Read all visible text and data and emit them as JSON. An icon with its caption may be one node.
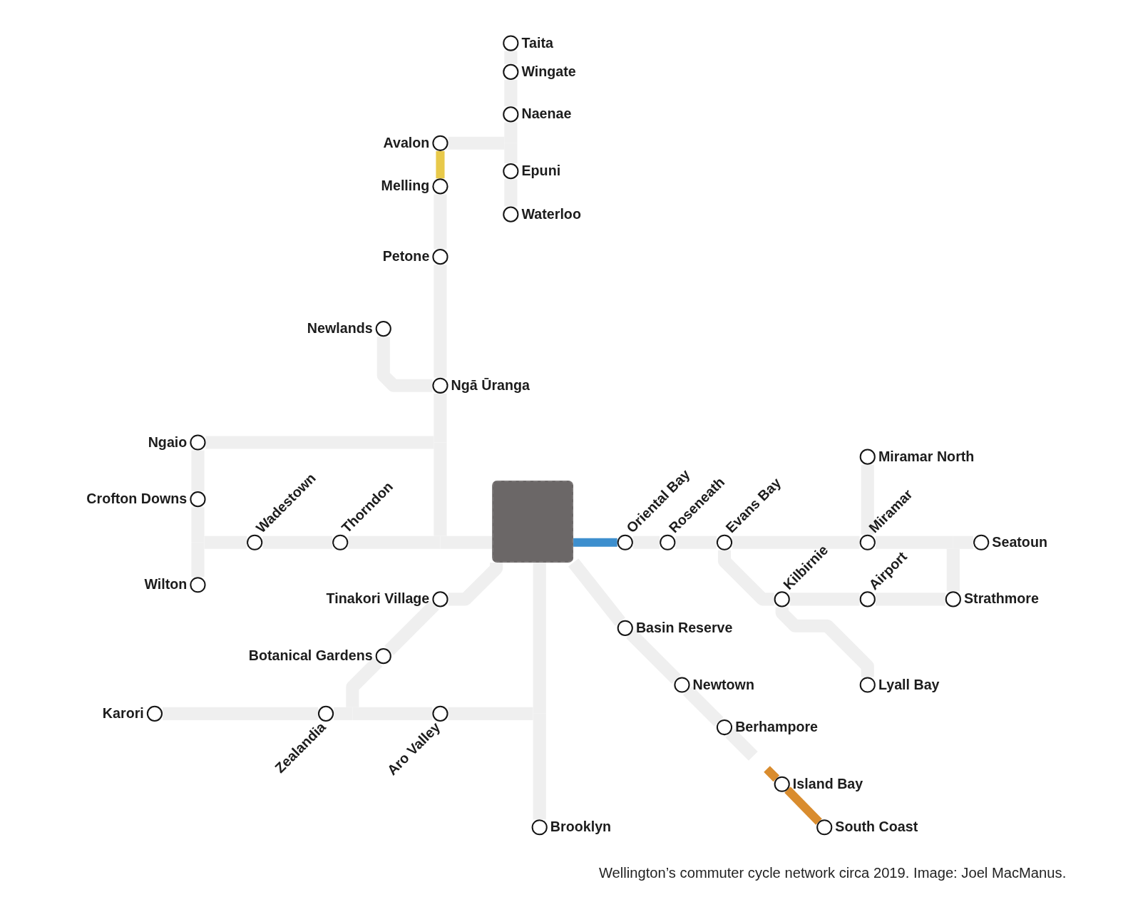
{
  "diagram": {
    "caption": "Wellington’s commuter cycle network circa 2019. Image: Joel MacManus.",
    "nodes": [
      {
        "text": [],
        "shape": "circle",
        "beside": [
          "Taita"
        ]
      },
      {
        "text": [],
        "shape": "circle",
        "beside": [
          "Wingate"
        ]
      },
      {
        "text": [],
        "shape": "circle",
        "beside": [
          "Naenae"
        ]
      },
      {
        "text": [],
        "shape": "circle",
        "beside": [
          "Avalon"
        ]
      },
      {
        "text": [],
        "shape": "circle",
        "beside": [
          "Epuni"
        ]
      },
      {
        "text": [],
        "shape": "circle",
        "beside": [
          "Melling"
        ]
      },
      {
        "text": [],
        "shape": "circle",
        "beside": [
          "Waterloo"
        ]
      },
      {
        "text": [],
        "shape": "circle",
        "beside": [
          "Petone"
        ]
      },
      {
        "text": [],
        "shape": "circle",
        "beside": [
          "Newlands"
        ]
      },
      {
        "text": [],
        "shape": "circle",
        "beside": [
          "Ngā Ūranga"
        ]
      },
      {
        "text": [],
        "shape": "circle",
        "beside": [
          "Ngaio"
        ]
      },
      {
        "text": [],
        "shape": "circle",
        "beside": [
          "Miramar North"
        ]
      },
      {
        "text": [],
        "shape": "circle",
        "beside": [
          "Crofton Downs"
        ]
      },
      {
        "text": [],
        "shape": "box"
      },
      {
        "text": [],
        "shape": "circle",
        "beside": [
          "Wadestown"
        ]
      },
      {
        "text": [],
        "shape": "circle",
        "beside": [
          "Thorndon"
        ]
      },
      {
        "text": [],
        "shape": "circle",
        "beside": [
          "Oriental Bay"
        ]
      },
      {
        "text": [],
        "shape": "circle",
        "beside": [
          "Roseneath"
        ]
      },
      {
        "text": [],
        "shape": "circle",
        "beside": [
          "Evans Bay"
        ]
      },
      {
        "text": [],
        "shape": "circle",
        "beside": [
          "Miramar"
        ]
      },
      {
        "text": [],
        "shape": "circle",
        "beside": [
          "Seatoun"
        ]
      },
      {
        "text": [],
        "shape": "circle",
        "beside": [
          "Wilton"
        ]
      },
      {
        "text": [],
        "shape": "circle",
        "beside": [
          "Tinakori Village"
        ]
      },
      {
        "text": [],
        "shape": "circle",
        "beside": [
          "Kilbirnie"
        ]
      },
      {
        "text": [],
        "shape": "circle",
        "beside": [
          "Airport"
        ]
      },
      {
        "text": [],
        "shape": "circle",
        "beside": [
          "Strathmore"
        ]
      },
      {
        "text": [],
        "shape": "circle",
        "beside": [
          "Basin Reserve"
        ]
      },
      {
        "text": [],
        "shape": "circle",
        "beside": [
          "Botanical Gardens"
        ]
      },
      {
        "text": [],
        "shape": "circle",
        "beside": [
          "Newtown"
        ]
      },
      {
        "text": [],
        "shape": "circle",
        "beside": [
          "Lyall Bay"
        ]
      },
      {
        "text": [],
        "shape": "circle",
        "beside": [
          "Karori"
        ]
      },
      {
        "text": [],
        "shape": "circle",
        "beside": [
          "Zealandia"
        ]
      },
      {
        "text": [],
        "shape": "circle",
        "beside": [
          "Aro Valley"
        ]
      },
      {
        "text": [],
        "shape": "circle",
        "beside": [
          "Berhampore"
        ]
      },
      {
        "text": [],
        "shape": "circle",
        "beside": [
          "Island Bay"
        ]
      },
      {
        "text": [],
        "shape": "circle",
        "beside": [
          "Brooklyn"
        ]
      },
      {
        "text": [],
        "shape": "circle",
        "beside": [
          "South Coast"
        ]
      }
    ],
    "edges": [
      {
        "from": 0,
        "to": 1,
        "arrow": "none"
      },
      {
        "from": 1,
        "to": 2,
        "arrow": "none"
      },
      {
        "from": 2,
        "to": 4,
        "arrow": "none"
      },
      {
        "from": 4,
        "to": 6,
        "arrow": "none"
      },
      {
        "from": 3,
        "to": 2,
        "arrow": "none"
      },
      {
        "from": 3,
        "to": 4,
        "arrow": "none"
      },
      {
        "from": 3,
        "to": 5,
        "arrow": "none",
        "color": "#e8c94a"
      },
      {
        "from": 5,
        "to": 7,
        "arrow": "none"
      },
      {
        "from": 7,
        "to": 9,
        "arrow": "none"
      },
      {
        "from": 8,
        "to": 9,
        "arrow": "none"
      },
      {
        "from": 9,
        "to": 10,
        "arrow": "none"
      },
      {
        "from": 9,
        "to": 15,
        "arrow": "none"
      },
      {
        "from": 9,
        "to": 13,
        "arrow": "none"
      },
      {
        "from": 10,
        "to": 12,
        "arrow": "none"
      },
      {
        "from": 10,
        "to": 13,
        "arrow": "none"
      },
      {
        "from": 12,
        "to": 21,
        "arrow": "none"
      },
      {
        "from": 12,
        "to": 14,
        "arrow": "none"
      },
      {
        "from": 21,
        "to": 14,
        "arrow": "none"
      },
      {
        "from": 14,
        "to": 15,
        "arrow": "none"
      },
      {
        "from": 15,
        "to": 13,
        "arrow": "none"
      },
      {
        "from": 13,
        "to": 16,
        "arrow": "none",
        "color": "#3d8fce"
      },
      {
        "from": 16,
        "to": 17,
        "arrow": "none"
      },
      {
        "from": 17,
        "to": 18,
        "arrow": "none"
      },
      {
        "from": 18,
        "to": 19,
        "arrow": "none"
      },
      {
        "from": 19,
        "to": 20,
        "arrow": "none"
      },
      {
        "from": 11,
        "to": 19,
        "arrow": "none"
      },
      {
        "from": 18,
        "to": 23,
        "arrow": "none"
      },
      {
        "from": 23,
        "to": 24,
        "arrow": "none"
      },
      {
        "from": 24,
        "to": 25,
        "arrow": "none"
      },
      {
        "from": 25,
        "to": 20,
        "arrow": "none"
      },
      {
        "from": 25,
        "to": 19,
        "arrow": "none"
      },
      {
        "from": 23,
        "to": 29,
        "arrow": "none"
      },
      {
        "from": 13,
        "to": 22,
        "arrow": "none"
      },
      {
        "from": 22,
        "to": 27,
        "arrow": "none"
      },
      {
        "from": 27,
        "to": 31,
        "arrow": "none"
      },
      {
        "from": 27,
        "to": 32,
        "arrow": "none"
      },
      {
        "from": 30,
        "to": 31,
        "arrow": "none"
      },
      {
        "from": 31,
        "to": 32,
        "arrow": "none"
      },
      {
        "from": 32,
        "to": 13,
        "arrow": "none"
      },
      {
        "from": 32,
        "to": 35,
        "arrow": "none"
      },
      {
        "from": 13,
        "to": 35,
        "arrow": "none"
      },
      {
        "from": 13,
        "to": 26,
        "arrow": "none"
      },
      {
        "from": 26,
        "to": 28,
        "arrow": "none"
      },
      {
        "from": 28,
        "to": 33,
        "arrow": "none"
      },
      {
        "from": 33,
        "to": null,
        "arrow": "none"
      },
      {
        "from": null,
        "to": 34,
        "arrow": "none",
        "color": "#d98c2e"
      },
      {
        "from": 34,
        "to": 36,
        "arrow": "none",
        "color": "#d98c2e"
      }
    ]
  }
}
